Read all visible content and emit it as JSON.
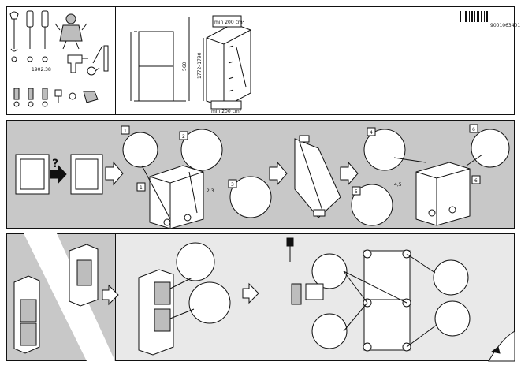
{
  "header": {
    "doc_code": "9001063401",
    "tools_model": "1902.38"
  },
  "dimensions": {
    "top_clearance": "min 200 cm²",
    "bottom_clearance": "min 200 cm²",
    "niche_height": "1772–1790",
    "niche_width": "560"
  },
  "steps": {
    "s1": "1",
    "s2": "2",
    "s3": "3",
    "s23": "2,3",
    "s4": "4",
    "s5": "5",
    "s45": "4,5",
    "s6": "6"
  },
  "door_question": "?",
  "colors": {
    "line": "#111111",
    "grey_band": "#c8c8c8",
    "light_grey": "#e9e9e9",
    "shade": "#bdbdbd"
  }
}
